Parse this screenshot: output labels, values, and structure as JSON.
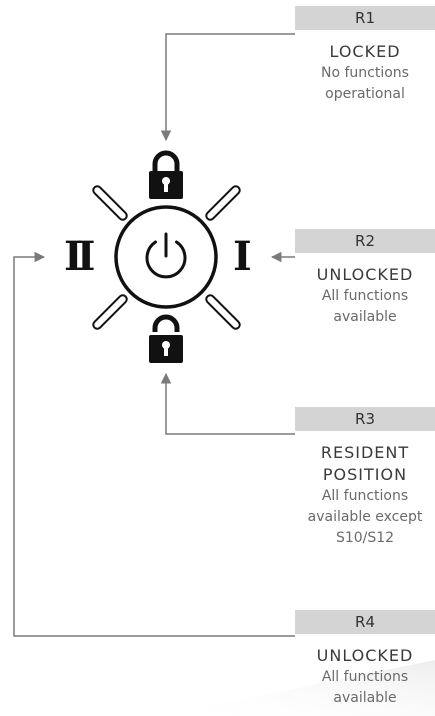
{
  "modes": [
    {
      "tag": "R1",
      "title": "LOCKED",
      "desc": [
        "No functions",
        "operational"
      ]
    },
    {
      "tag": "R2",
      "title": "UNLOCKED",
      "desc": [
        "All functions",
        "available"
      ]
    },
    {
      "tag": "R3",
      "title": [
        "RESIDENT",
        "POSITION"
      ],
      "desc": [
        "All functions",
        "available except",
        "S10/S12"
      ]
    },
    {
      "tag": "R4",
      "title": "UNLOCKED",
      "desc": [
        "All functions",
        "available"
      ]
    }
  ],
  "dial": {
    "left_symbol": "II",
    "right_symbol": "I",
    "center_icon": "power-icon",
    "top_icon": "locked-padlock-icon",
    "bottom_icon": "unlocked-padlock-icon"
  },
  "colors": {
    "tag_bg": "#d4d4d4",
    "line": "#7a7a7a",
    "icon": "#111111"
  }
}
